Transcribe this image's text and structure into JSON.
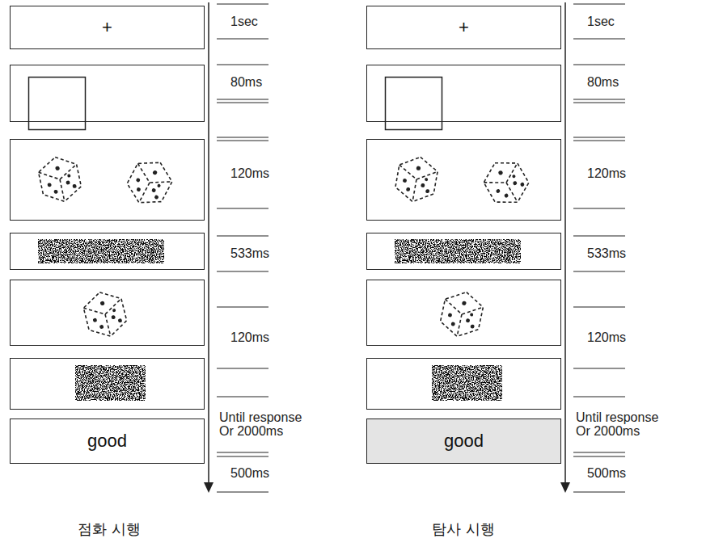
{
  "diagram": {
    "nodes": [
      {
        "text": [
          "+"
        ]
      },
      {
        "text": [
          "good"
        ]
      },
      {
        "text": [
          "+"
        ]
      },
      {
        "text": [
          "good"
        ]
      }
    ],
    "labels": [
      "1sec",
      "80ms",
      "120ms",
      "533ms",
      "120ms",
      "Until response Or 2000ms",
      "500ms",
      "1sec",
      "80ms",
      "120ms",
      "533ms",
      "120ms",
      "Until response Or 2000ms",
      "500ms",
      "점화 시행",
      "탐사 시행"
    ]
  }
}
